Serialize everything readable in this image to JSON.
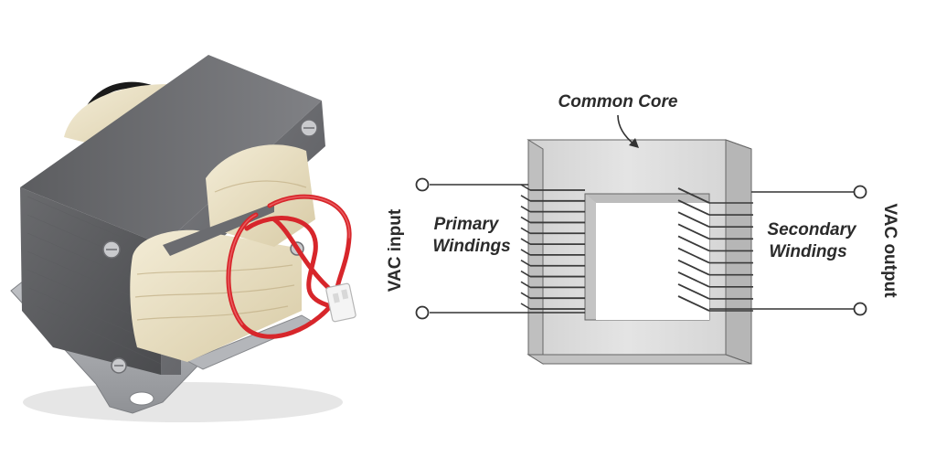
{
  "photo": {
    "subject": "Transformer photograph",
    "colors": {
      "core_dark": "#4d4d4f",
      "core_mid": "#6f7073",
      "core_light": "#8c8d91",
      "bracket": "#a9abaf",
      "winding_paper": "#e9dfc4",
      "wire_red": "#d7262b",
      "connector": "#f2f2f2",
      "wire_black": "#1a1a1a"
    }
  },
  "diagram": {
    "labels": {
      "common_core": "Common Core",
      "primary_line1": "Primary",
      "primary_line2": "Windings",
      "secondary_line1": "Secondary",
      "secondary_line2": "Windings",
      "vac_input": "VAC input",
      "vac_output": "VAC output"
    },
    "colors": {
      "core_face": "#dcdcdc",
      "core_top": "#c8c8c8",
      "core_side": "#b4b4b4",
      "core_outline": "#666666",
      "winding": "#3a3a3a",
      "lead": "#333333",
      "text": "#2b2b2b"
    },
    "primary_turns": 12,
    "secondary_turns": 10
  }
}
